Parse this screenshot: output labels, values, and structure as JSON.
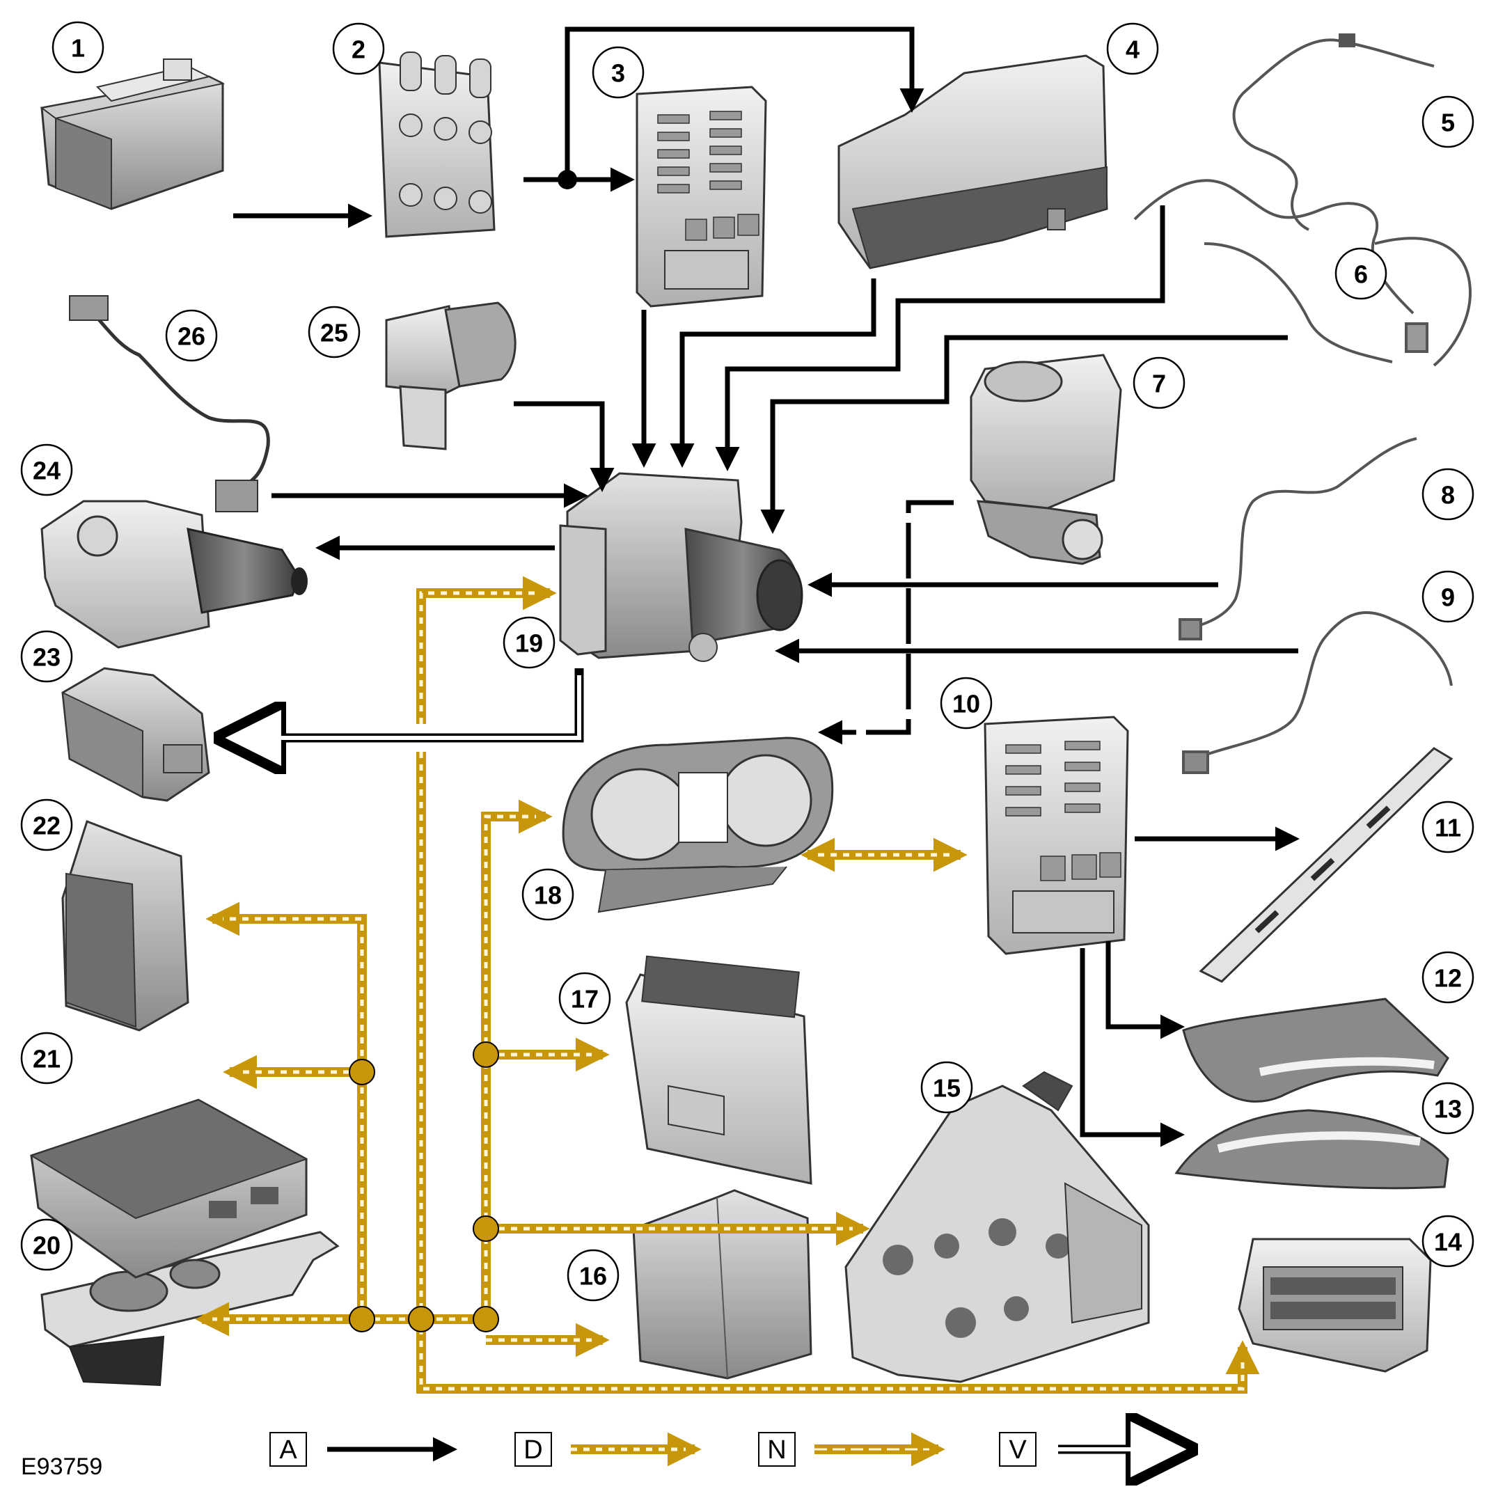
{
  "reference": "E93759",
  "callouts": [
    {
      "id": "c1",
      "label": "1"
    },
    {
      "id": "c2",
      "label": "2"
    },
    {
      "id": "c3",
      "label": "3"
    },
    {
      "id": "c4",
      "label": "4"
    },
    {
      "id": "c5",
      "label": "5"
    },
    {
      "id": "c6",
      "label": "6"
    },
    {
      "id": "c7",
      "label": "7"
    },
    {
      "id": "c8",
      "label": "8"
    },
    {
      "id": "c9",
      "label": "9"
    },
    {
      "id": "c10",
      "label": "10"
    },
    {
      "id": "c11",
      "label": "11"
    },
    {
      "id": "c12",
      "label": "12"
    },
    {
      "id": "c13",
      "label": "13"
    },
    {
      "id": "c14",
      "label": "14"
    },
    {
      "id": "c15",
      "label": "15"
    },
    {
      "id": "c16",
      "label": "16"
    },
    {
      "id": "c17",
      "label": "17"
    },
    {
      "id": "c18",
      "label": "18"
    },
    {
      "id": "c19",
      "label": "19"
    },
    {
      "id": "c20",
      "label": "20"
    },
    {
      "id": "c21",
      "label": "21"
    },
    {
      "id": "c22",
      "label": "22"
    },
    {
      "id": "c23",
      "label": "23"
    },
    {
      "id": "c24",
      "label": "24"
    },
    {
      "id": "c25",
      "label": "25"
    },
    {
      "id": "c26",
      "label": "26"
    }
  ],
  "legend": [
    {
      "key": "A",
      "style": "solid-black"
    },
    {
      "key": "D",
      "style": "gold-dashed"
    },
    {
      "key": "N",
      "style": "gold-dashed-bold"
    },
    {
      "key": "V",
      "style": "double-line"
    }
  ],
  "colors": {
    "line_black": "#000000",
    "line_gold": "#c8960a",
    "line_gold_dash": "#fff6d8",
    "component_fill": "#b9b9b9",
    "component_dark": "#6e6e6e",
    "component_light": "#dcdcdc"
  }
}
